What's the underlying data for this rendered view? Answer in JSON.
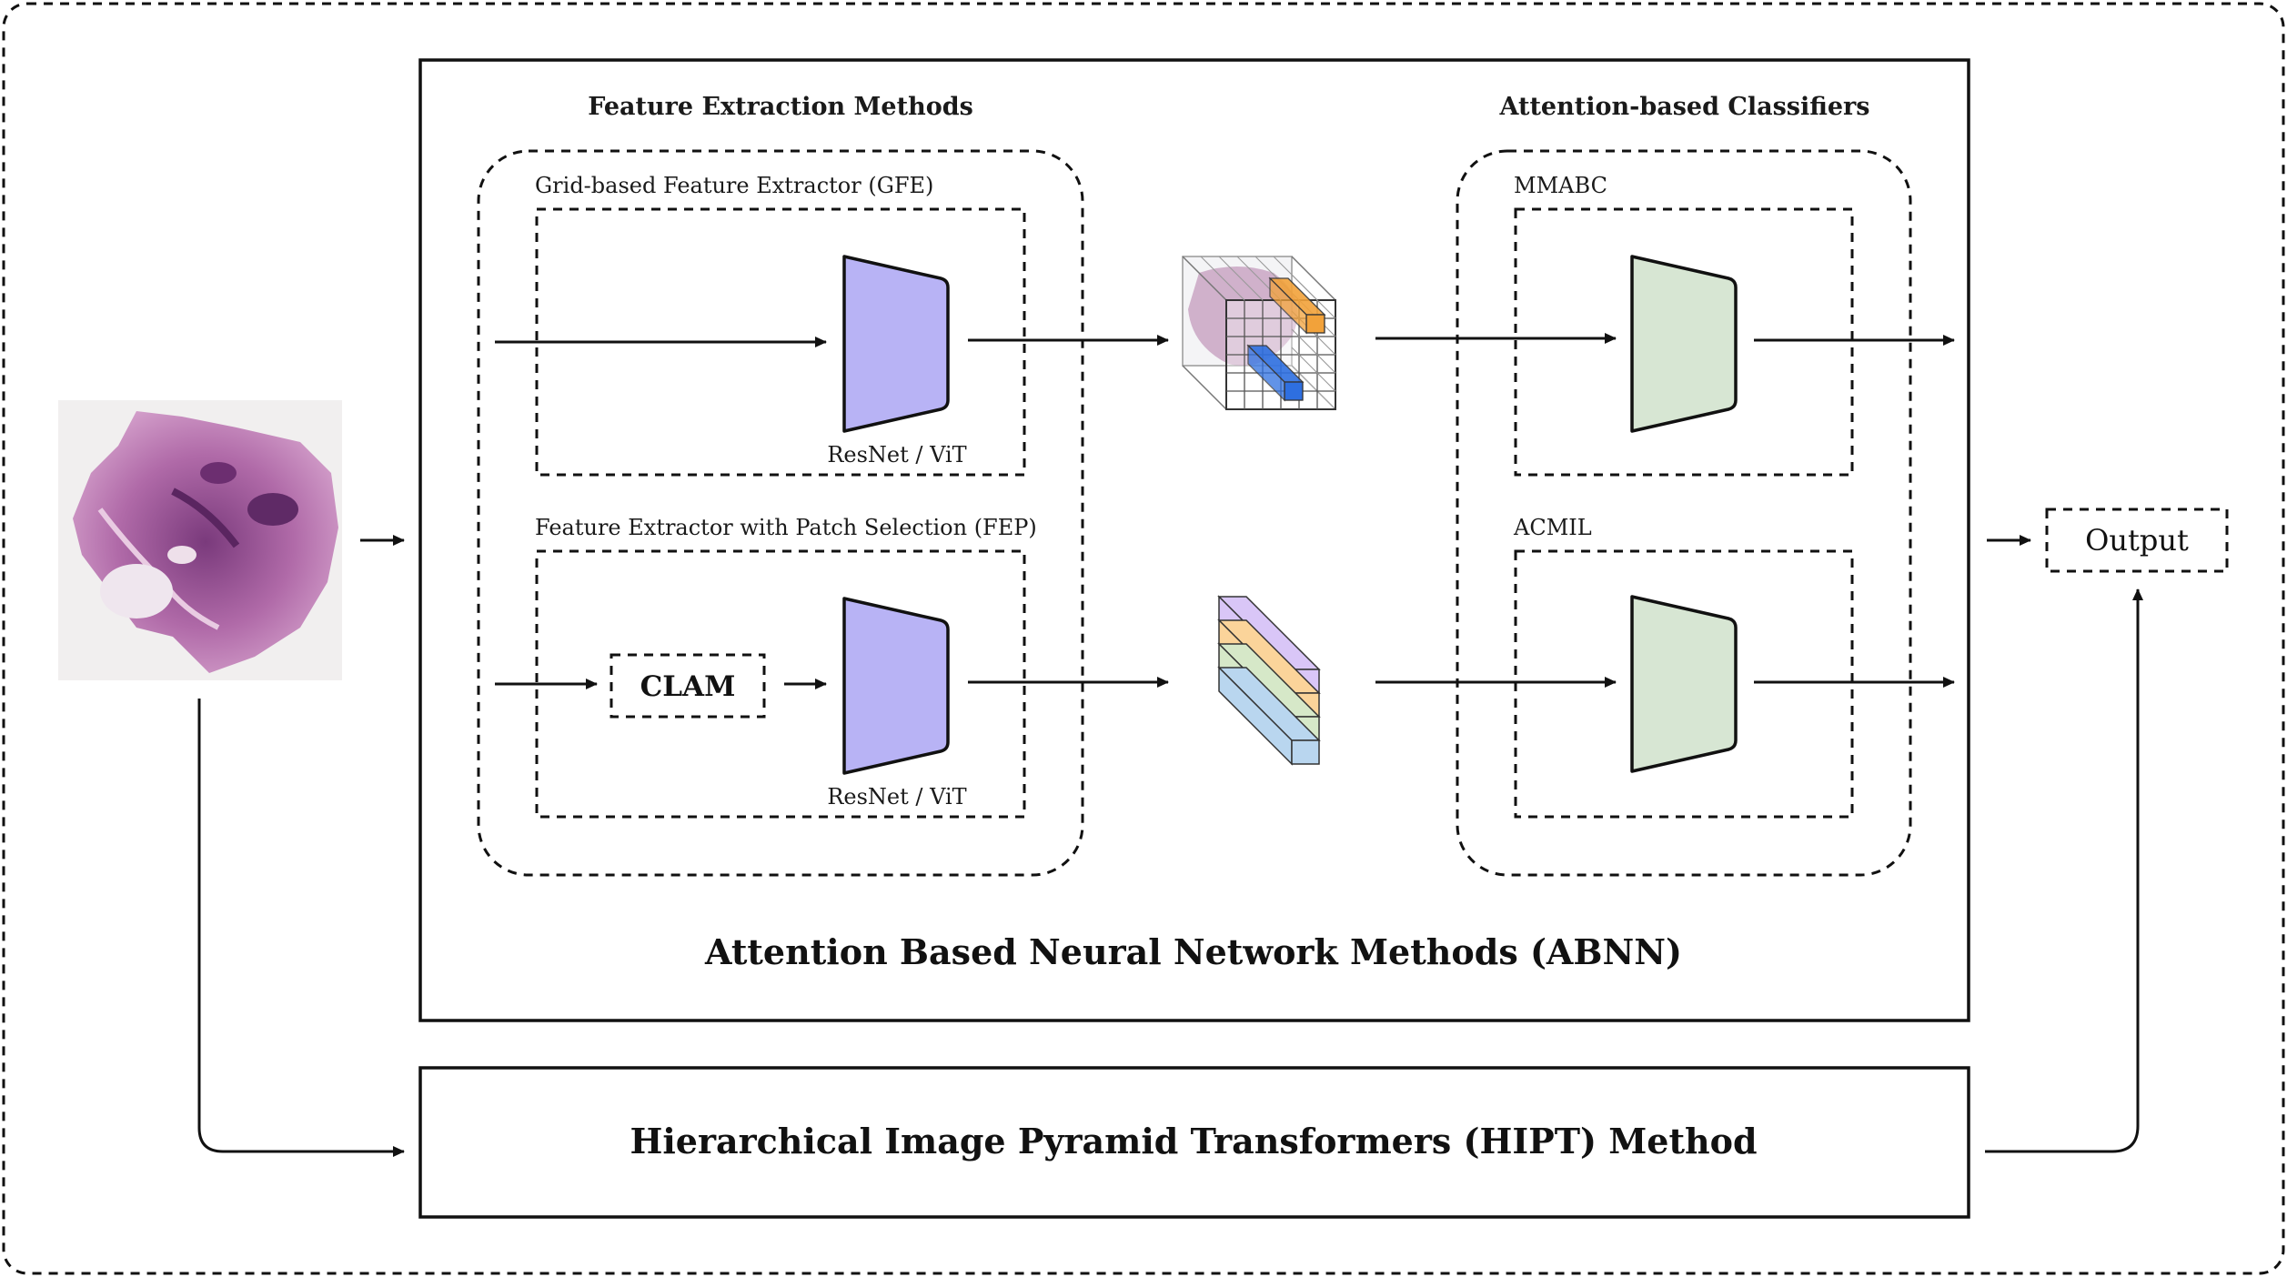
{
  "labels": {
    "feature_extraction": "Feature Extraction Methods",
    "attention_classifiers": "Attention-based Classifiers",
    "gfe": "Grid-based Feature Extractor (GFE)",
    "fep": "Feature Extractor with Patch Selection (FEP)",
    "encoder_top": "ResNet / ViT",
    "encoder_bottom": "ResNet / ViT",
    "clam": "CLAM",
    "mmabc": "MMABC",
    "acmil": "ACMIL",
    "abnn": "Attention Based Neural Network Methods (ABNN)",
    "hipt": "Hierarchical Image Pyramid Transformers (HIPT) Method",
    "output": "Output"
  },
  "colors": {
    "encoder": "#b8b3f5",
    "classifier": "#d7e6d3",
    "tissue": "#a0508f",
    "cube_orange": "#f2a23a",
    "cube_blue": "#2e6fe0",
    "stack": [
      "#d9c6f7",
      "#fbd49a",
      "#d6e8c8",
      "#b9d6ef"
    ]
  },
  "icons": {
    "slide": "histology-slide-thumbnail",
    "cube": "feature-grid-cube",
    "stack": "feature-vector-stack"
  }
}
